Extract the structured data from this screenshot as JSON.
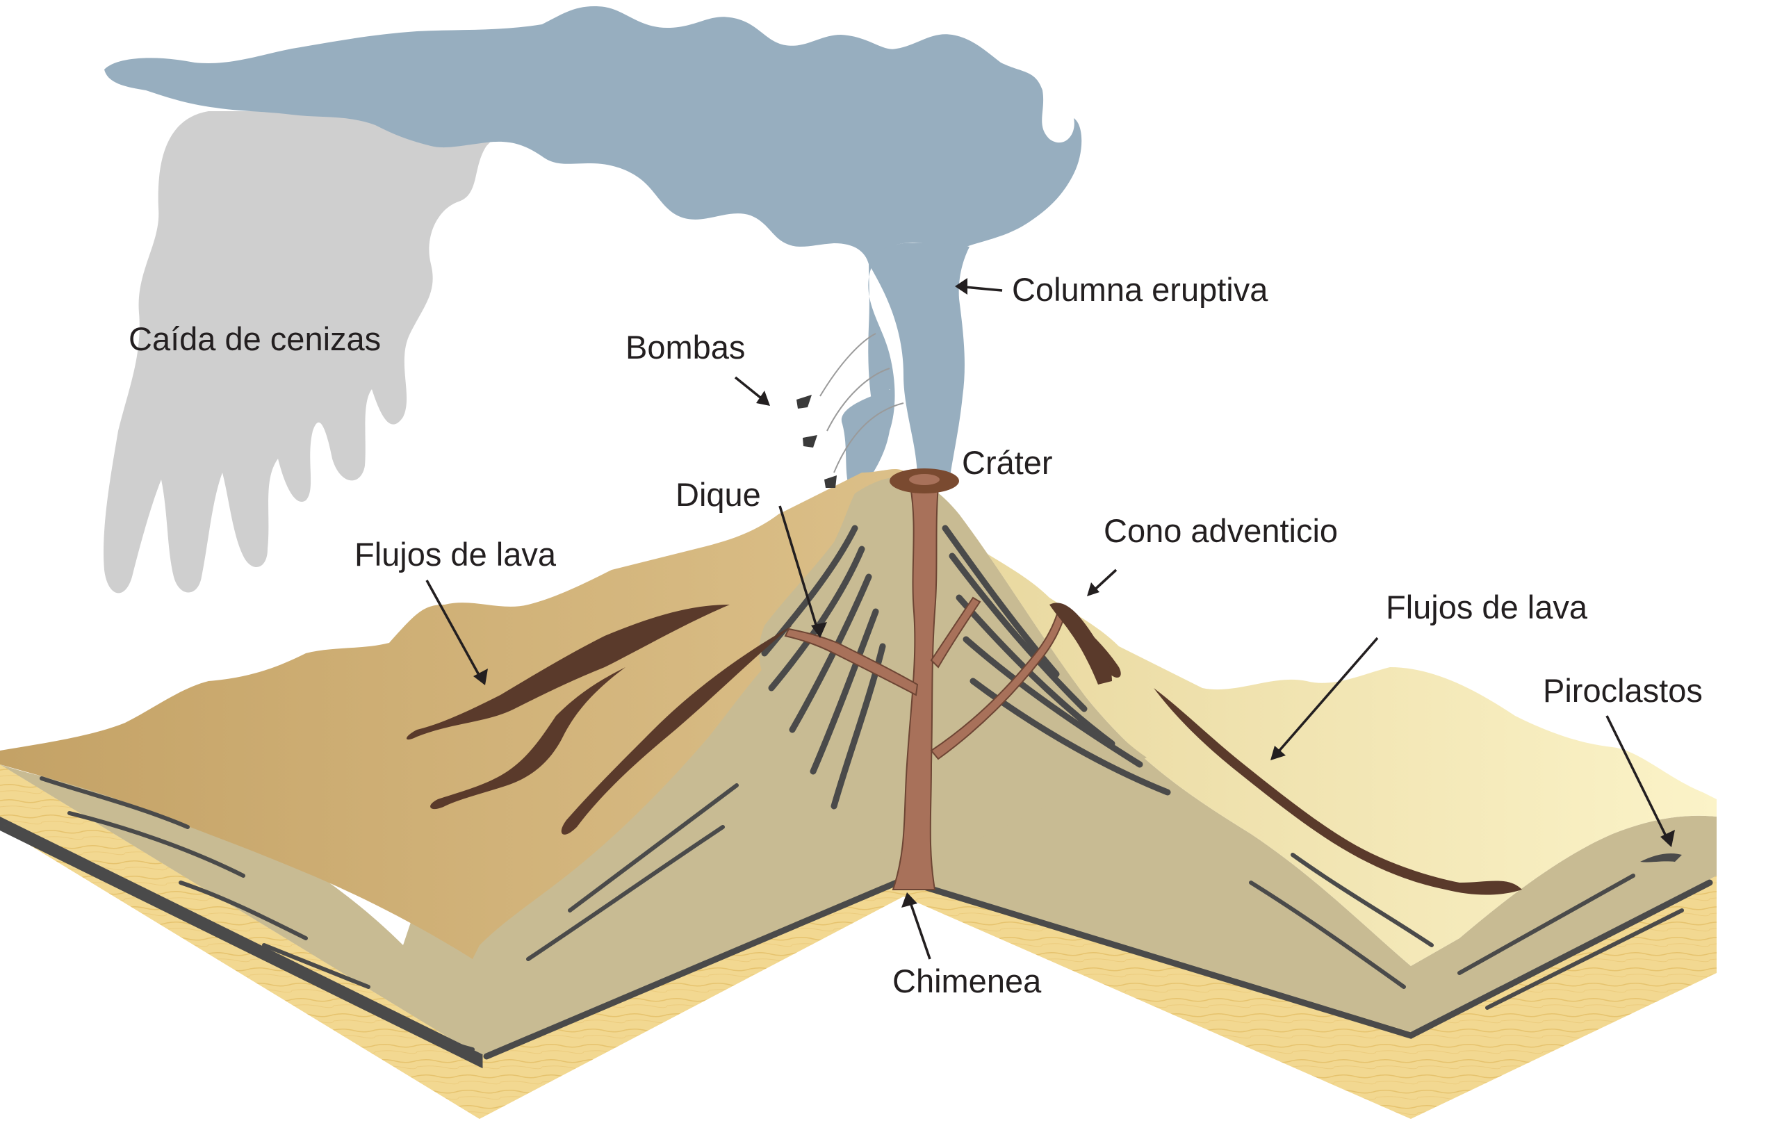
{
  "labels": {
    "caida_cenizas": "Caída de cenizas",
    "bombas": "Bombas",
    "columna_eruptiva": "Columna eruptiva",
    "crater": "Cráter",
    "dique": "Dique",
    "cono_adventicio": "Cono adventicio",
    "flujos_lava_left": "Flujos de lava",
    "flujos_lava_right": "Flujos de lava",
    "piroclastos": "Piroclastos",
    "chimenea": "Chimenea"
  },
  "colors": {
    "ash_plume": "#97aebf",
    "ash_fall": "#cfcfcf",
    "surface_left": "#d4b47a",
    "surface_right": "#f1e5b1",
    "cone_layers": "#c8bb93",
    "base_layer": "#f0d68f",
    "dark_strata": "#4a4a4a",
    "lava": "#5a3a2b",
    "conduit": "#a8715a",
    "crater": "#7a4a30",
    "bombs": "#3a3a3a"
  }
}
